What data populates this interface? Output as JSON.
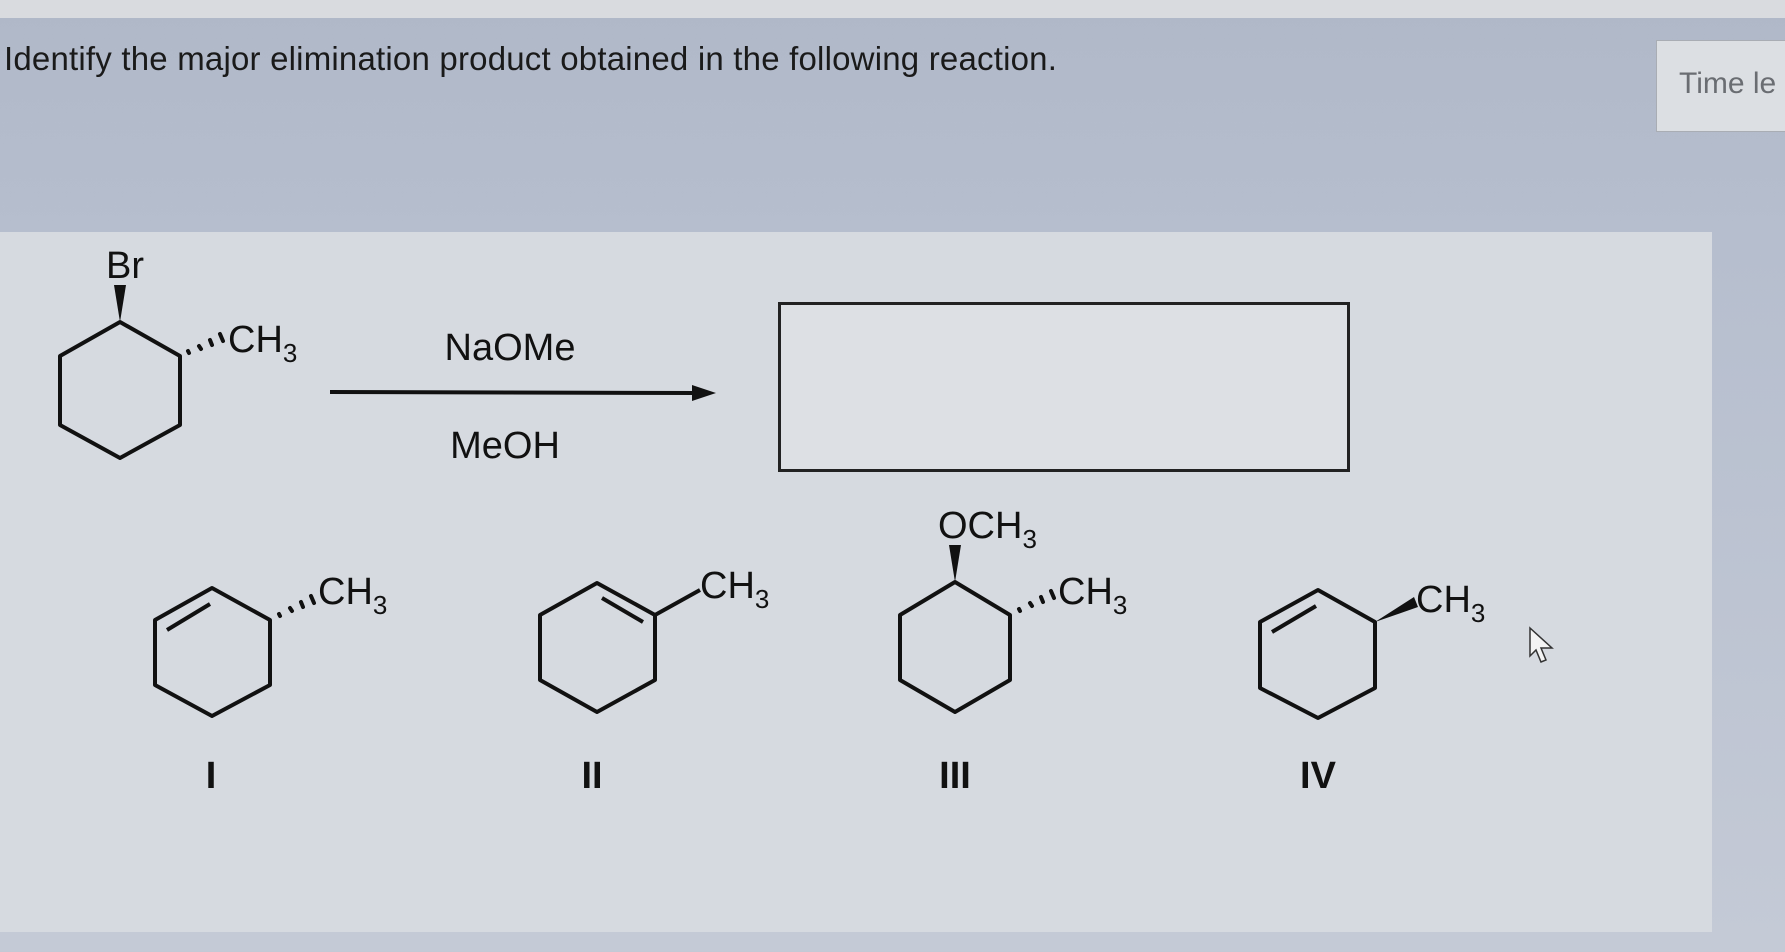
{
  "question": {
    "prompt": "Identify the major elimination product obtained in the following reaction."
  },
  "timer": {
    "label": "Time le"
  },
  "reaction": {
    "reactant": {
      "substituent_top": "Br",
      "substituent_side": "CH",
      "substituent_side_sub": "3"
    },
    "reagent_above": "NaOMe",
    "reagent_below": "MeOH",
    "answer_box": {
      "value": ""
    }
  },
  "options": [
    {
      "label": "I",
      "group": "CH",
      "sub": "3"
    },
    {
      "label": "II",
      "group": "CH",
      "sub": "3"
    },
    {
      "label": "III",
      "group": "CH",
      "sub": "3",
      "group_top": "OCH",
      "group_top_sub": "3"
    },
    {
      "label": "IV",
      "group": "CH",
      "sub": "3"
    }
  ],
  "icons": {
    "cursor": "mouse-pointer-icon"
  }
}
